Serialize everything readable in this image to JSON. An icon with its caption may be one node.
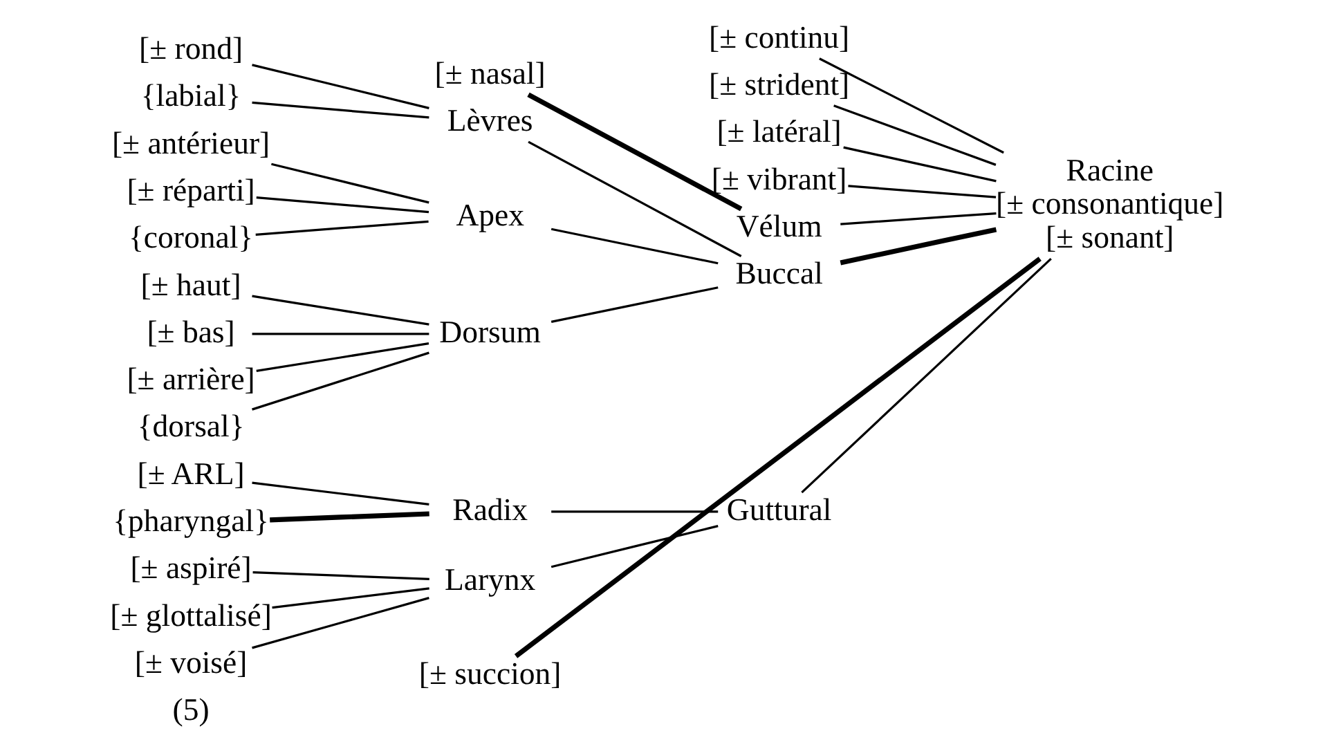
{
  "diagram": {
    "nodes": [
      {
        "text": [
          "[± succion]"
        ]
      },
      {
        "text": [
          "[± continu]"
        ]
      },
      {
        "text": [
          "[± strident]"
        ]
      },
      {
        "text": [
          "[± latéral]"
        ]
      },
      {
        "text": [
          "[± vibrant]"
        ]
      },
      {
        "text": [
          "[± rond]"
        ]
      },
      {
        "text": [
          "{labial}"
        ]
      },
      {
        "text": [
          "[± antérieur]"
        ]
      },
      {
        "text": [
          "[± réparti]"
        ]
      },
      {
        "text": [
          "{coronal}"
        ]
      },
      {
        "text": [
          "[± haut]"
        ]
      },
      {
        "text": [
          "[± bas]"
        ]
      },
      {
        "text": [
          "[± arrière]"
        ]
      },
      {
        "text": [
          "{dorsal}"
        ]
      },
      {
        "text": [
          "[± nasal]"
        ]
      },
      {
        "text": [
          "[± ARL]"
        ]
      },
      {
        "text": [
          "{pharyngal}"
        ]
      },
      {
        "text": [
          "[± aspiré]"
        ]
      },
      {
        "text": [
          "[± glottalisé]"
        ]
      },
      {
        "text": [
          "[± voisé]"
        ]
      },
      {
        "text": [
          "Lèvres"
        ]
      },
      {
        "text": [
          "Apex"
        ]
      },
      {
        "text": [
          "Dorsum"
        ]
      },
      {
        "text": [
          "Vélum"
        ]
      },
      {
        "text": [
          "Radix"
        ]
      },
      {
        "text": [
          "Larynx"
        ]
      },
      {
        "text": [
          "Buccal"
        ]
      },
      {
        "text": [
          "Guttural"
        ]
      },
      {
        "text": [
          "Racine",
          "[± consonantique]",
          "[± sonant]"
        ]
      }
    ],
    "edges": [
      {
        "from": 0,
        "to": 28,
        "arrow": "none",
        "style": "thick"
      },
      {
        "from": 1,
        "to": 28,
        "arrow": "none"
      },
      {
        "from": 2,
        "to": 28,
        "arrow": "none"
      },
      {
        "from": 3,
        "to": 28,
        "arrow": "none"
      },
      {
        "from": 4,
        "to": 28,
        "arrow": "none"
      },
      {
        "from": 5,
        "to": 20,
        "arrow": "none"
      },
      {
        "from": 6,
        "to": 20,
        "arrow": "none"
      },
      {
        "from": 7,
        "to": 21,
        "arrow": "none"
      },
      {
        "from": 8,
        "to": 21,
        "arrow": "none"
      },
      {
        "from": 9,
        "to": 21,
        "arrow": "none"
      },
      {
        "from": 10,
        "to": 22,
        "arrow": "none"
      },
      {
        "from": 11,
        "to": 22,
        "arrow": "none"
      },
      {
        "from": 12,
        "to": 22,
        "arrow": "none"
      },
      {
        "from": 13,
        "to": 22,
        "arrow": "none"
      },
      {
        "from": 14,
        "to": 23,
        "arrow": "none",
        "style": "thick"
      },
      {
        "from": 15,
        "to": 24,
        "arrow": "none"
      },
      {
        "from": 16,
        "to": 24,
        "arrow": "none",
        "style": "thick"
      },
      {
        "from": 17,
        "to": 25,
        "arrow": "none"
      },
      {
        "from": 18,
        "to": 25,
        "arrow": "none"
      },
      {
        "from": 19,
        "to": 25,
        "arrow": "none"
      },
      {
        "from": 20,
        "to": 26,
        "arrow": "none"
      },
      {
        "from": 21,
        "to": 26,
        "arrow": "none"
      },
      {
        "from": 22,
        "to": 26,
        "arrow": "none"
      },
      {
        "from": 24,
        "to": 27,
        "arrow": "none"
      },
      {
        "from": 25,
        "to": 27,
        "arrow": "none"
      },
      {
        "from": 26,
        "to": 28,
        "arrow": "none",
        "style": "thick"
      },
      {
        "from": 23,
        "to": 28,
        "arrow": "none"
      },
      {
        "from": 27,
        "to": 28,
        "arrow": "none"
      }
    ],
    "labels": [
      "(5)"
    ]
  }
}
